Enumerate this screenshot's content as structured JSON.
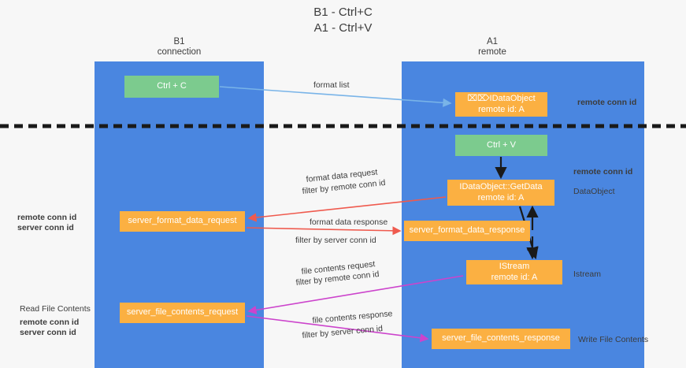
{
  "title": {
    "line1": "B1 - Ctrl+C",
    "line2": "A1 - Ctrl+V"
  },
  "lanes": [
    {
      "id": "b1",
      "title": "B1",
      "subtitle": "connection",
      "color": "#4a86e0"
    },
    {
      "id": "a1",
      "title": "A1",
      "subtitle": "remote",
      "color": "#4a86e0"
    }
  ],
  "colors": {
    "lane": "#4a86e0",
    "green_box": "#7ccb8e",
    "orange_box": "#fbb042",
    "remote_conn_id": "#b74bc8",
    "server_conn_id": "#7ccb8e",
    "arrow_blue": "#79b4e8",
    "arrow_red": "#ef5a4e",
    "arrow_magenta": "#cc44cc",
    "arrow_black": "#1a1a1a",
    "background": "#f7f7f7",
    "text": "#3c3c3c"
  },
  "boxes": {
    "ctrl_c": {
      "label": "Ctrl + C",
      "type": "green"
    },
    "idataobject": {
      "line1": "⌧⌦IDataObject",
      "line2": "remote id: A",
      "type": "orange"
    },
    "ctrl_v": {
      "label": "Ctrl + V",
      "type": "green"
    },
    "getdata": {
      "line1": "IDataObject::GetData",
      "line2": "remote id: A",
      "type": "orange"
    },
    "server_format_data_request": {
      "label": "server_format_data_request",
      "type": "orange"
    },
    "server_format_data_response": {
      "label": "server_format_data_response",
      "type": "orange"
    },
    "istream": {
      "line1": "IStream",
      "line2": "remote id: A",
      "type": "orange"
    },
    "server_file_contents_request": {
      "label": "server_file_contents_request",
      "type": "orange"
    },
    "server_file_contents_response": {
      "label": "server_file_contents_response",
      "type": "orange"
    }
  },
  "arrow_labels": {
    "format_list": "format list",
    "format_data_request": "format data request",
    "format_data_request_filter_prefix": "filter by ",
    "format_data_request_filter_key": "remote conn id",
    "format_data_response": "format data response",
    "format_data_response_filter_prefix": "filter by ",
    "format_data_response_filter_key": "server conn id",
    "file_contents_request": "file contents request",
    "file_contents_request_filter_prefix": "filter by ",
    "file_contents_request_filter_key": "remote conn id",
    "file_contents_response": "file contents response",
    "file_contents_response_filter_prefix": "filter by ",
    "file_contents_response_filter_key": "server conn id"
  },
  "annotations": {
    "right_top_remote_conn_id": "remote conn id",
    "right_mid_remote_conn_id": "remote conn id",
    "right_dataobject": "DataObject",
    "right_istream": "Istream",
    "right_write_file_contents": "Write File Contents",
    "left_remote_conn_id_1": "remote conn id",
    "left_server_conn_id_1": "server conn id",
    "left_read_file_contents": "Read File Contents",
    "left_remote_conn_id_2": "remote conn id",
    "left_server_conn_id_2": "server conn id"
  }
}
